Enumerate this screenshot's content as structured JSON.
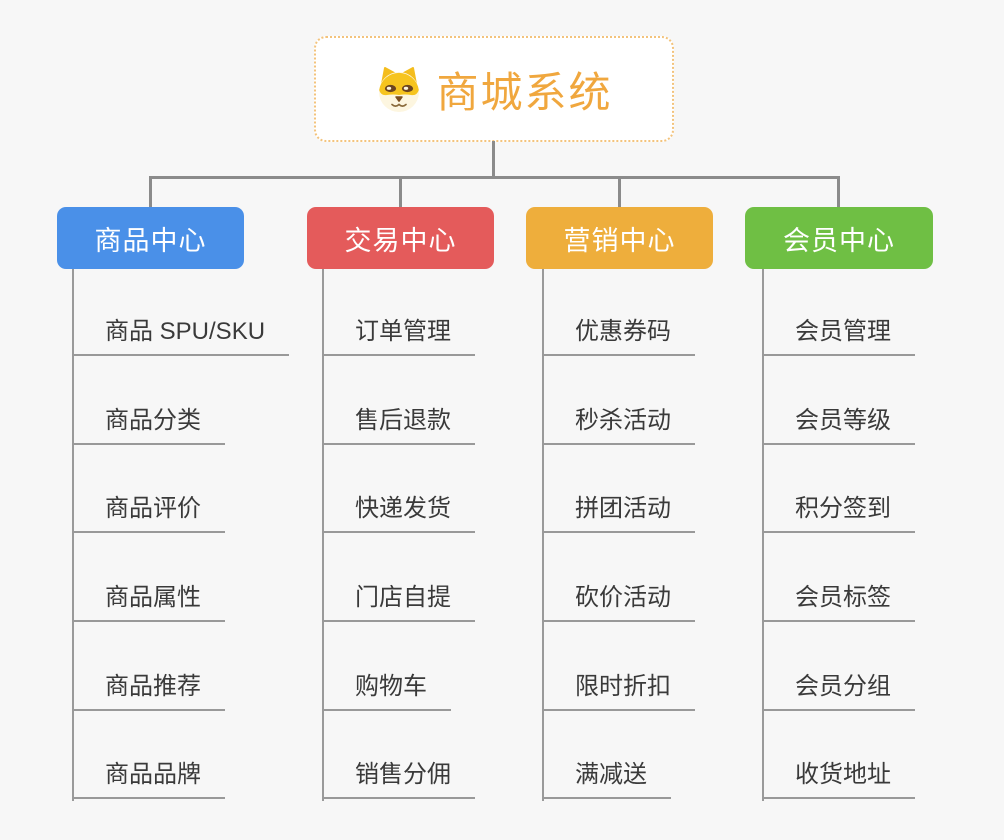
{
  "root": {
    "title": "商城系统",
    "icon": "shiba-dog-icon"
  },
  "colors": {
    "background": "#f7f7f7",
    "root_text": "#f0a73e",
    "root_border": "#f3c37c",
    "connector": "#8b8b8b",
    "leaf_line": "#999999",
    "leaf_text": "#3a3a3a"
  },
  "branches": [
    {
      "label": "商品中心",
      "color": "#4a90e8",
      "children": [
        "商品 SPU/SKU",
        "商品分类",
        "商品评价",
        "商品属性",
        "商品推荐",
        "商品品牌"
      ]
    },
    {
      "label": "交易中心",
      "color": "#e45b5b",
      "children": [
        "订单管理",
        "售后退款",
        "快递发货",
        "门店自提",
        "购物车",
        "销售分佣"
      ]
    },
    {
      "label": "营销中心",
      "color": "#eeae3c",
      "children": [
        "优惠券码",
        "秒杀活动",
        "拼团活动",
        "砍价活动",
        "限时折扣",
        "满减送"
      ]
    },
    {
      "label": "会员中心",
      "color": "#6fbf44",
      "children": [
        "会员管理",
        "会员等级",
        "积分签到",
        "会员标签",
        "会员分组",
        "收货地址"
      ]
    }
  ]
}
